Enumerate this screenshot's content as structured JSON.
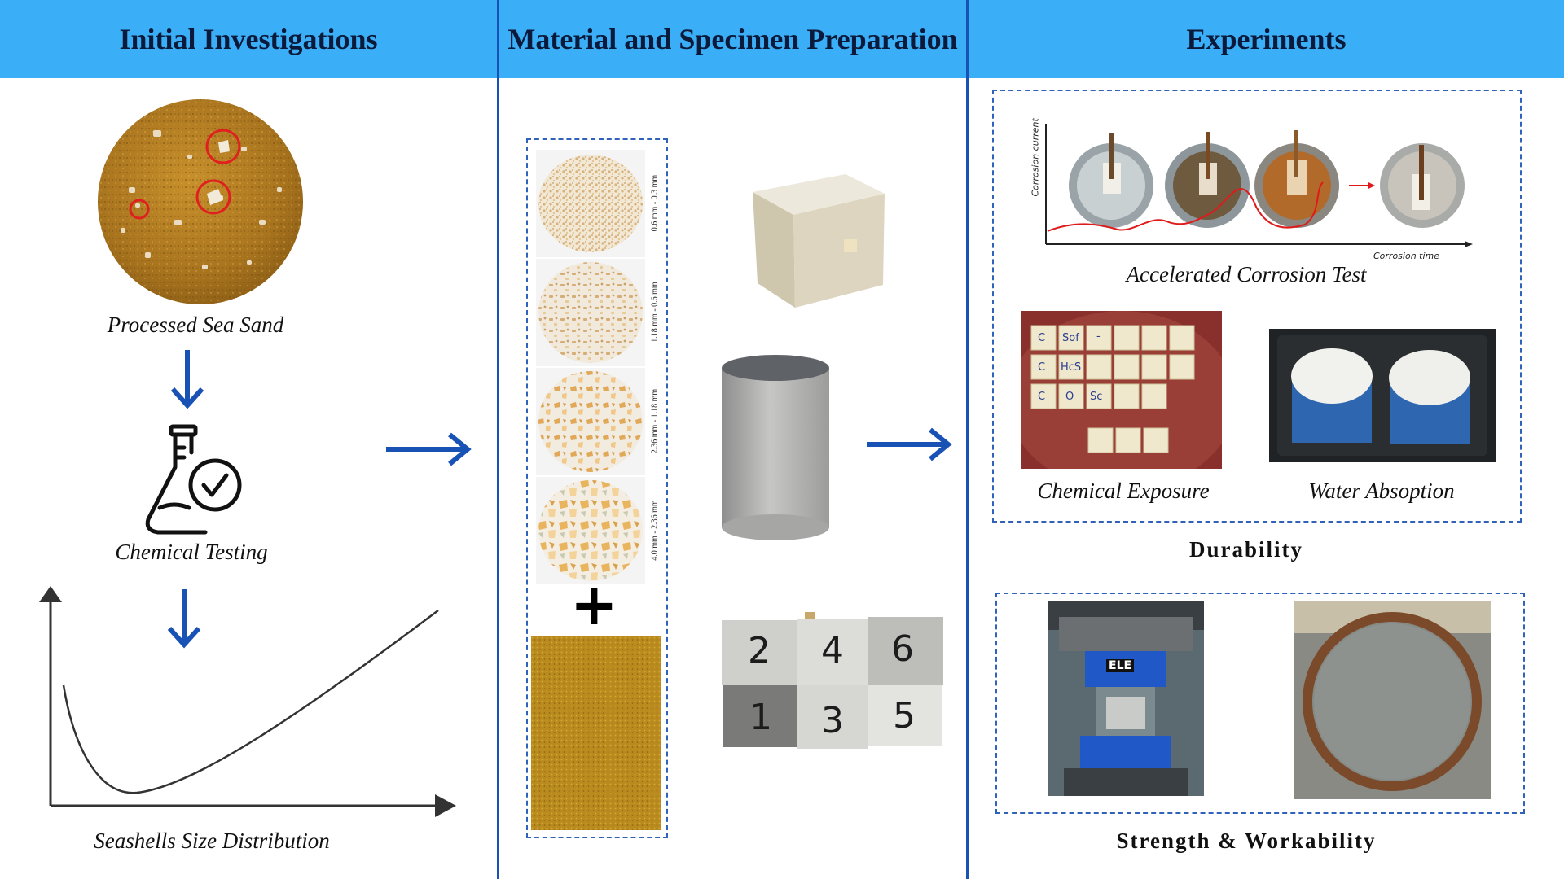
{
  "headers": {
    "initial": "Initial Investigations",
    "material": "Material and Specimen Preparation",
    "experiments": "Experiments"
  },
  "initial": {
    "sand_caption": "Processed Sea Sand",
    "chemical_caption": "Chemical Testing",
    "distribution_caption": "Seashells Size Distribution"
  },
  "material": {
    "sieve_fractions": [
      "0.6 mm - 0.3 mm",
      "1.18 mm - 0.6 mm",
      "2.36 mm - 1.18 mm",
      "4.0 mm - 2.36 mm"
    ],
    "plus_symbol": "+",
    "cube_numbers": [
      "2",
      "4",
      "6",
      "1",
      "3",
      "5"
    ]
  },
  "experiments": {
    "corrosion": {
      "caption": "Accelerated Corrosion Test",
      "y_axis": "Corrosion current",
      "x_axis": "Corrosion time"
    },
    "chemical_caption": "Chemical Exposure",
    "water_caption": "Water Absoption",
    "durability_label": "Durability",
    "strength_label": "Strength & Workability",
    "chem_tile_labels": [
      "C",
      "Sof",
      "-",
      "C",
      "HcS",
      "C",
      "O",
      "Sc"
    ],
    "machine_brand": "ELE"
  },
  "colors": {
    "header_bg": "#3aaef7",
    "divider": "#1852b5",
    "arrow": "#1852b5",
    "dashed_border": "#2f62b8",
    "highlight_circle": "#e02020",
    "corrosion_line": "#e01a1a"
  }
}
